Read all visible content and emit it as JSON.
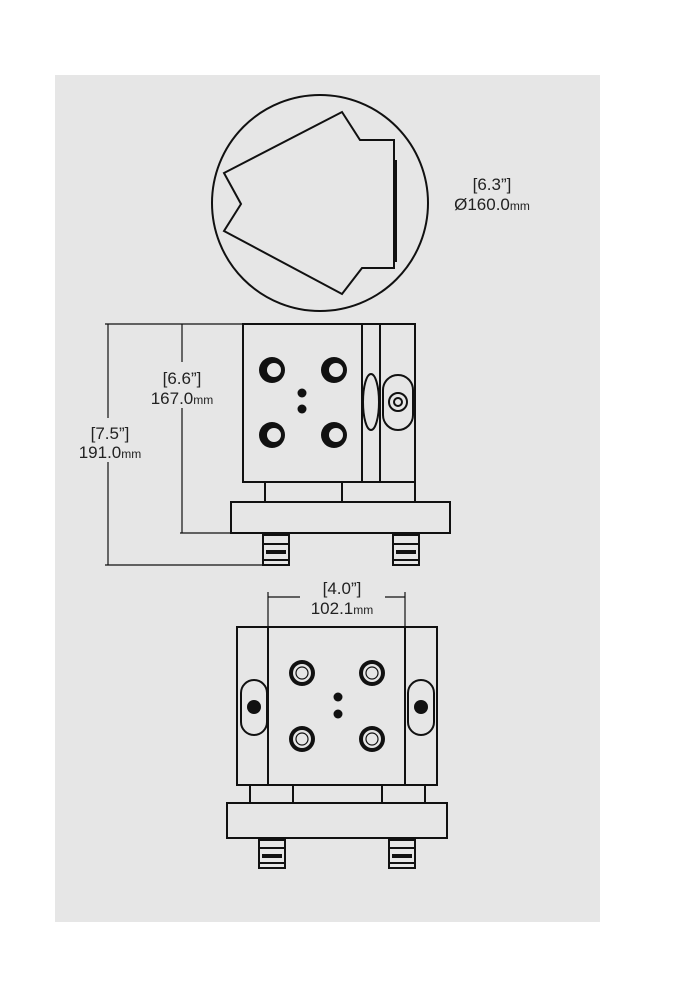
{
  "dimensions": {
    "diameter": {
      "imperial": "[6.3”]",
      "prefix": "Ø",
      "metric": "160.0",
      "unit": "mm"
    },
    "block_height": {
      "imperial": "[6.6”]",
      "metric": "167.0",
      "unit": "mm"
    },
    "total_height": {
      "imperial": "[7.5”]",
      "metric": "191.0",
      "unit": "mm"
    },
    "width": {
      "imperial": "[4.0”]",
      "metric": "102.1",
      "unit": "mm"
    }
  },
  "colors": {
    "background": "#e6e6e6",
    "line": "#111111"
  }
}
